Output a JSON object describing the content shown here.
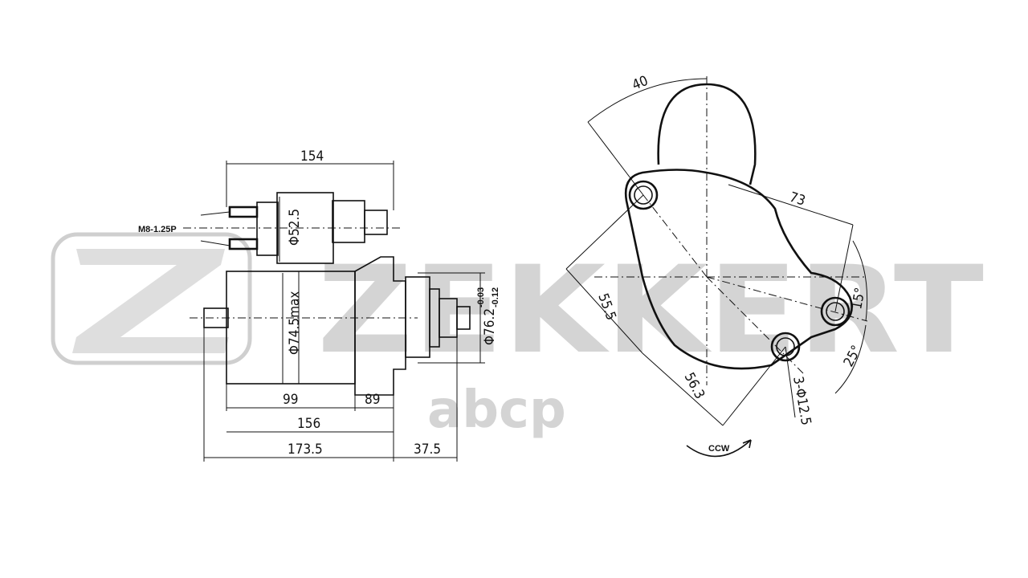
{
  "watermark": {
    "brand": "ZEKKERT",
    "sub": "abcp"
  },
  "side_view": {
    "dim_overall_top": "154",
    "thread_label": "M8-1.25P",
    "dim_solenoid_dia": "Φ52.5",
    "dim_body_dia": "Φ74.5max",
    "dim_flange_dia": "Φ76.2",
    "dim_flange_tol_upper": "-0.03",
    "dim_flange_tol_lower": "-0.12",
    "dim_99": "99",
    "dim_89": "89",
    "dim_156": "156",
    "dim_173_5": "173.5",
    "dim_37_5": "37.5"
  },
  "front_view": {
    "dim_40": "40",
    "dim_73": "73",
    "dim_55_5": "55.5",
    "dim_56_3": "56.3",
    "dim_15deg": "15°",
    "dim_25deg": "25°",
    "dim_holes": "3-Φ12.5",
    "rotation": "CCW"
  }
}
